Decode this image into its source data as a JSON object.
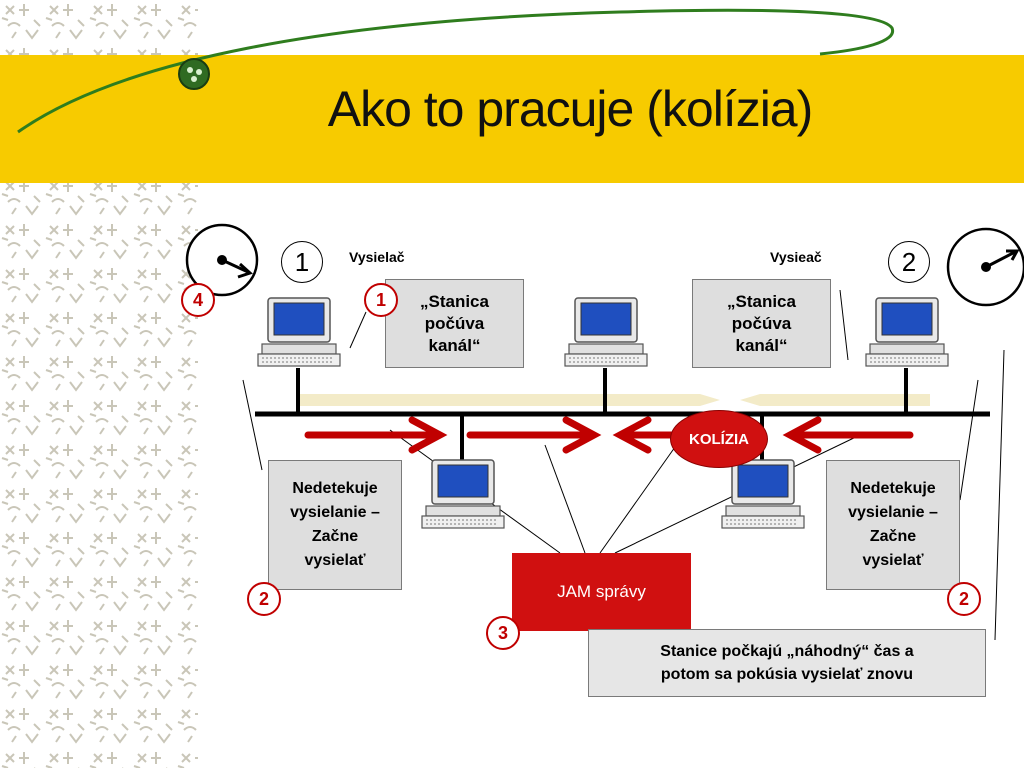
{
  "slide": {
    "title": "Ako to pracuje (kolízia)"
  },
  "stations": {
    "sender1_label": "Vysielač",
    "sender2_label": "Vysieač",
    "sender1_number": "1",
    "sender2_number": "2"
  },
  "callouts": {
    "listen_left": [
      "„Stanica",
      "počúva",
      "kanál“"
    ],
    "listen_right": [
      "„Stanica",
      "počúva",
      "kanál“"
    ],
    "detect_left": [
      "Nedetekuje",
      "vysielanie –",
      "Začne",
      "vysielať"
    ],
    "detect_right": [
      "Nedetekuje",
      "vysielanie –",
      "Začne",
      "vysielať"
    ],
    "jam": "JAM správy",
    "wait": [
      "Stanice počkajú „náhodný“ čas a",
      "potom sa pokúsia vysielať znovu"
    ],
    "collision": "KOLÍZIA"
  },
  "steps": {
    "step1": "1",
    "step2_left": "2",
    "step2_right": "2",
    "step3": "3",
    "step4": "4"
  },
  "colors": {
    "title_band": "#f7cb00",
    "signal_red": "#d01010",
    "listen_beam": "#f3ebc8",
    "callout_fill": "#dedede",
    "monitor_blue": "#1f4fbf"
  },
  "icons": [
    "computer-icon",
    "clock-icon",
    "arrow-right-icon",
    "arrow-left-icon"
  ]
}
